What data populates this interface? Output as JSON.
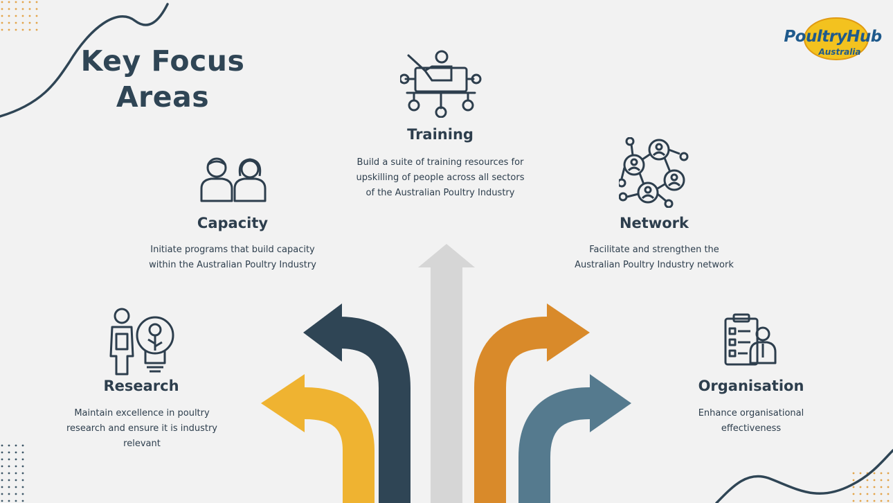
{
  "title": {
    "line1": "Key Focus",
    "line2": "Areas"
  },
  "logo": {
    "main": "PoultryHub",
    "sub": "Australia"
  },
  "colors": {
    "navy": "#2f4555",
    "yellow": "#efb331",
    "orange": "#d98a2a",
    "slate": "#557a8e",
    "grey": "#d6d6d6",
    "background": "#f2f2f2"
  },
  "areas": {
    "training": {
      "heading": "Training",
      "line1": "Build a suite of training resources for",
      "line2": "upskilling of people across all sectors",
      "line3": "of the Australian Poultry Industry",
      "icon": "teacher-network-icon"
    },
    "capacity": {
      "heading": "Capacity",
      "line1": "Initiate programs that build capacity",
      "line2": "within the Australian Poultry Industry",
      "icon": "people-pair-icon"
    },
    "network": {
      "heading": "Network",
      "line1": "Facilitate and strengthen the",
      "line2": "Australian Poultry Industry network",
      "icon": "people-network-icon"
    },
    "research": {
      "heading": "Research",
      "line1": "Maintain excellence in poultry",
      "line2": "research and ensure it is industry",
      "line3": "relevant",
      "icon": "researcher-lightbulb-icon"
    },
    "organisation": {
      "heading": "Organisation",
      "line1": "Enhance organisational",
      "line2": "effectiveness",
      "icon": "clipboard-manager-icon"
    }
  }
}
